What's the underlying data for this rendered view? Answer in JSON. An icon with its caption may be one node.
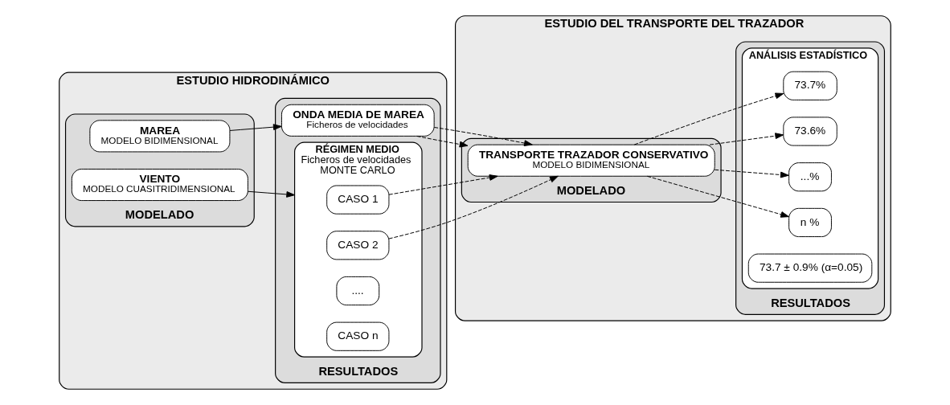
{
  "diagram": {
    "nodes": [
      {
        "text": [
          "ESTUDIO HIDRODINÁMICO"
        ]
      },
      {
        "text": [
          "MODELADO"
        ],
        "in": 0
      },
      {
        "text": [
          "MAREA",
          "MODELO BIDIMENSIONAL"
        ],
        "in": 1
      },
      {
        "text": [
          "VIENTO",
          "MODELO CUASITRIDIMENSIONAL"
        ],
        "in": 1
      },
      {
        "text": [
          "RESULTADOS"
        ],
        "in": 0
      },
      {
        "text": [
          "ONDA MEDIA DE MAREA",
          "Ficheros de velocidades"
        ],
        "in": 4
      },
      {
        "text": [
          "RÉGIMEN MEDIO",
          "Ficheros de velocidades",
          "MONTE CARLO"
        ],
        "in": 4
      },
      {
        "text": [
          "CASO 1"
        ],
        "in": 6
      },
      {
        "text": [
          "CASO 2"
        ],
        "in": 6
      },
      {
        "text": [
          "...."
        ],
        "in": 6
      },
      {
        "text": [
          "CASO n"
        ],
        "in": 6
      },
      {
        "text": [
          "ESTUDIO DEL TRANSPORTE DEL TRAZADOR"
        ]
      },
      {
        "text": [
          "MODELADO"
        ],
        "in": 11
      },
      {
        "text": [
          "TRANSPORTE TRAZADOR CONSERVATIVO",
          "MODELO BIDIMENSIONAL"
        ],
        "in": 12
      },
      {
        "text": [
          "RESULTADOS"
        ],
        "in": 11
      },
      {
        "text": [
          "ANÁLISIS ESTADÍSTICO"
        ],
        "in": 14
      },
      {
        "text": [
          "73.7%"
        ],
        "in": 15
      },
      {
        "text": [
          "73.6%"
        ],
        "in": 15
      },
      {
        "text": [
          "...%"
        ],
        "in": 15
      },
      {
        "text": [
          "n %"
        ],
        "in": 15
      },
      {
        "text": [
          "73.7 ± 0.9% (α=0.05)"
        ],
        "in": 15
      }
    ],
    "edges": [
      {
        "from": 2,
        "to": 5,
        "arrow": "to"
      },
      {
        "from": 3,
        "to": 6,
        "arrow": "to"
      },
      {
        "from": 5,
        "to": 13,
        "arrow": "to",
        "style": "dashed"
      },
      {
        "from": 5,
        "to": 13,
        "arrow": "to",
        "style": "dashed"
      },
      {
        "from": 7,
        "to": 13,
        "arrow": "to",
        "style": "dashed"
      },
      {
        "from": 8,
        "to": 13,
        "arrow": "to",
        "style": "dashed"
      },
      {
        "from": 13,
        "to": 16,
        "arrow": "to",
        "style": "dashed"
      },
      {
        "from": 13,
        "to": 17,
        "arrow": "to",
        "style": "dashed"
      },
      {
        "from": 13,
        "to": 18,
        "arrow": "to",
        "style": "dashed"
      },
      {
        "from": 13,
        "to": 19,
        "arrow": "to",
        "style": "dashed"
      }
    ]
  }
}
